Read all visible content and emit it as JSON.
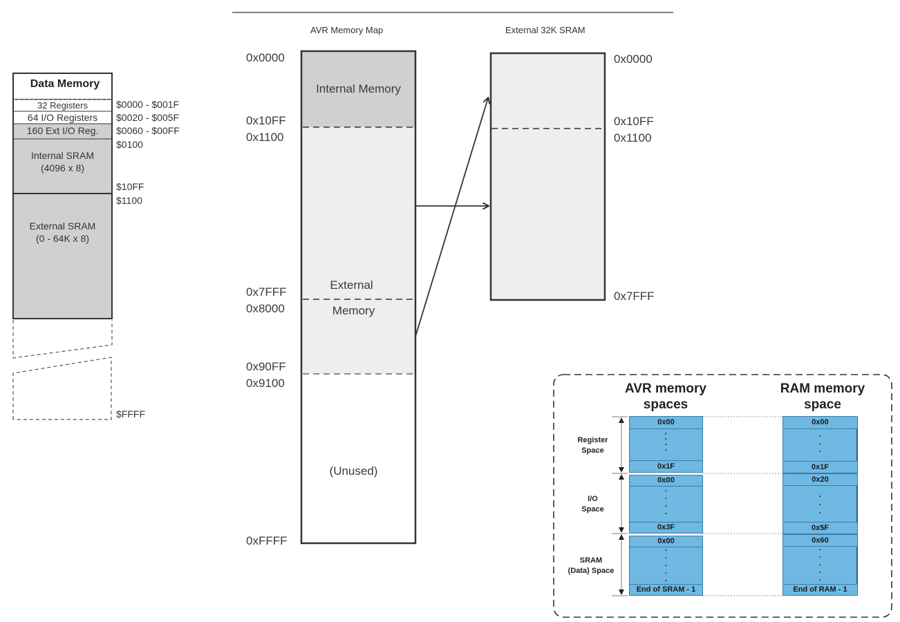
{
  "data_memory": {
    "title": "Data Memory",
    "regions": [
      {
        "label": "32 Registers",
        "range": "$0000 - $001F"
      },
      {
        "label": "64 I/O Registers",
        "range": "$0020 - $005F"
      },
      {
        "label": "160 Ext I/O Reg.",
        "range": "$0060 - $00FF"
      }
    ],
    "internal_sram": {
      "line1": "Internal SRAM",
      "line2": "(4096 x 8)",
      "start": "$0100",
      "end": "$10FF"
    },
    "external_sram": {
      "line1": "External SRAM",
      "line2": "(0 - 64K x 8)",
      "start": "$1100"
    },
    "end_address": "$FFFF"
  },
  "avr_map": {
    "title": "AVR Memory Map",
    "addresses": [
      "0x0000",
      "0x10FF",
      "0x1100",
      "0x7FFF",
      "0x8000",
      "0x90FF",
      "0x9100",
      "0xFFFF"
    ],
    "internal_label": "Internal Memory",
    "external_label_1": "External",
    "external_label_2": "Memory",
    "unused_label": "(Unused)"
  },
  "ext_sram": {
    "title": "External 32K SRAM",
    "addresses": [
      "0x0000",
      "0x10FF",
      "0x1100",
      "0x7FFF"
    ]
  },
  "inset": {
    "avr_title_1": "AVR memory",
    "avr_title_2": "spaces",
    "ram_title_1": "RAM memory",
    "ram_title_2": "space",
    "spaces": [
      {
        "name_1": "Register",
        "name_2": "Space",
        "avr_start": "0x00",
        "avr_end": "0x1F",
        "ram_start": "0x00",
        "ram_end": "0x1F"
      },
      {
        "name_1": "I/O",
        "name_2": "Space",
        "avr_start": "0x00",
        "avr_end": "0x3F",
        "ram_start": "0x20",
        "ram_end": "0x5F"
      },
      {
        "name_1": "SRAM",
        "name_2": "(Data) Space",
        "avr_start": "0x00",
        "avr_end": "End of SRAM - 1",
        "ram_start": "0x60",
        "ram_end": "End of RAM - 1"
      }
    ],
    "dots": "·"
  },
  "colors": {
    "internal_fill": "#cfd0d2",
    "external_fill": "#eeeef0",
    "cell_fill": "#6fb8e2",
    "cell_border": "#3a7ca8",
    "outline": "#333333"
  }
}
